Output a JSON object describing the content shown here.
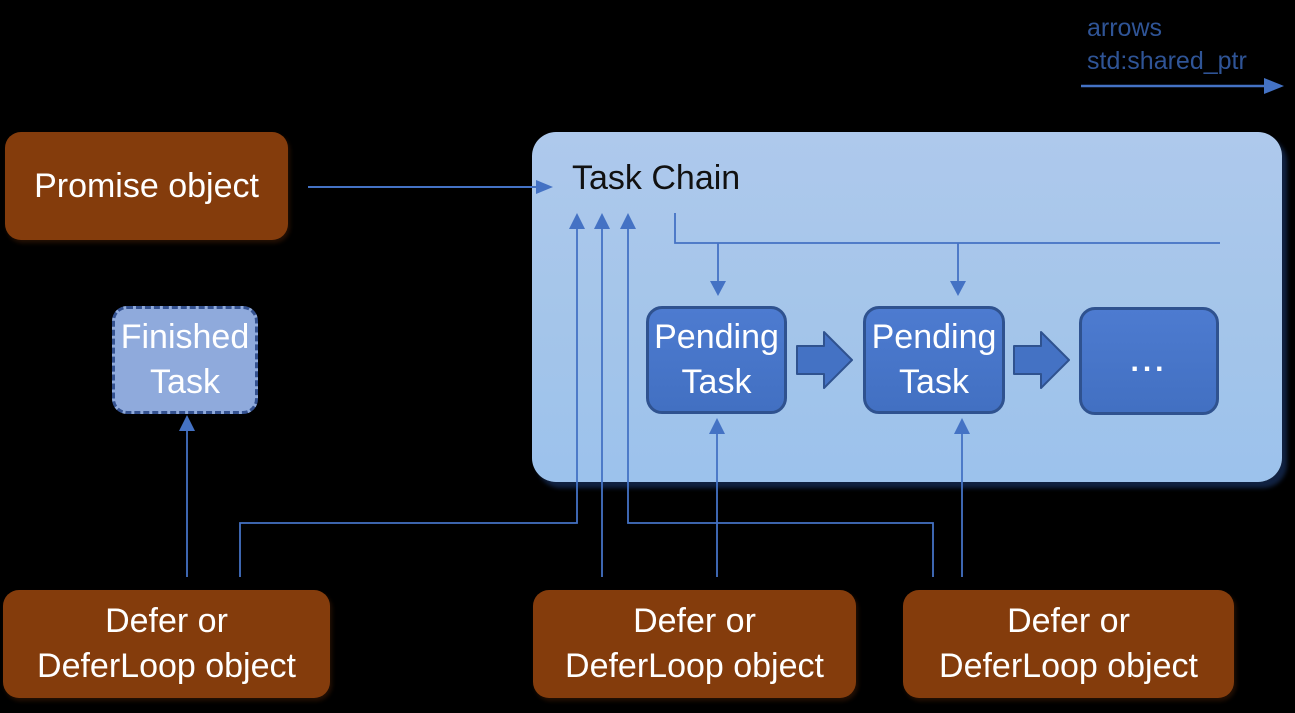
{
  "legend": {
    "line1": "arrows",
    "line2": "std:shared_ptr"
  },
  "nodes": {
    "promise": {
      "label": "Promise object"
    },
    "task_chain": {
      "title": "Task Chain"
    },
    "finished": {
      "line1": "Finished",
      "line2": "Task"
    },
    "pending1": {
      "line1": "Pending",
      "line2": "Task"
    },
    "pending2": {
      "line1": "Pending",
      "line2": "Task"
    },
    "ellipsis": {
      "label": "..."
    },
    "defer_left": {
      "line1": "Defer or",
      "line2": "DeferLoop object"
    },
    "defer_mid": {
      "line1": "Defer or",
      "line2": "DeferLoop object"
    },
    "defer_right": {
      "line1": "Defer or",
      "line2": "DeferLoop object"
    }
  },
  "edges": [
    {
      "from": "promise-object",
      "to": "task-chain",
      "style": "thin-arrow"
    },
    {
      "from": "task-chain",
      "to": "pending-task-1",
      "style": "thin-arrow-down"
    },
    {
      "from": "task-chain",
      "to": "pending-task-2",
      "style": "thin-arrow-down"
    },
    {
      "from": "pending-task-1",
      "to": "pending-task-2",
      "style": "block-arrow"
    },
    {
      "from": "pending-task-2",
      "to": "ellipsis",
      "style": "block-arrow"
    },
    {
      "from": "defer-left",
      "to": "finished-task",
      "style": "thin-arrow-up"
    },
    {
      "from": "defer-left",
      "to": "task-chain",
      "style": "thin-arrow-up-elbow"
    },
    {
      "from": "defer-mid",
      "to": "task-chain",
      "style": "thin-arrow-up"
    },
    {
      "from": "defer-mid",
      "to": "pending-task-1",
      "style": "thin-arrow-up"
    },
    {
      "from": "defer-right",
      "to": "task-chain",
      "style": "thin-arrow-up-elbow"
    },
    {
      "from": "defer-right",
      "to": "pending-task-2",
      "style": "thin-arrow-up"
    }
  ],
  "colors": {
    "background": "#000000",
    "brown_node": "#843C0C",
    "blue_node": "#4472C4",
    "blue_node_border": "#2F528F",
    "finished_fill": "#8FAADC",
    "container_fill": "#A6C5EA",
    "connector": "#4472C4",
    "legend_text": "#2F5496",
    "title_text": "#111111",
    "node_text": "#FFFFFF"
  }
}
